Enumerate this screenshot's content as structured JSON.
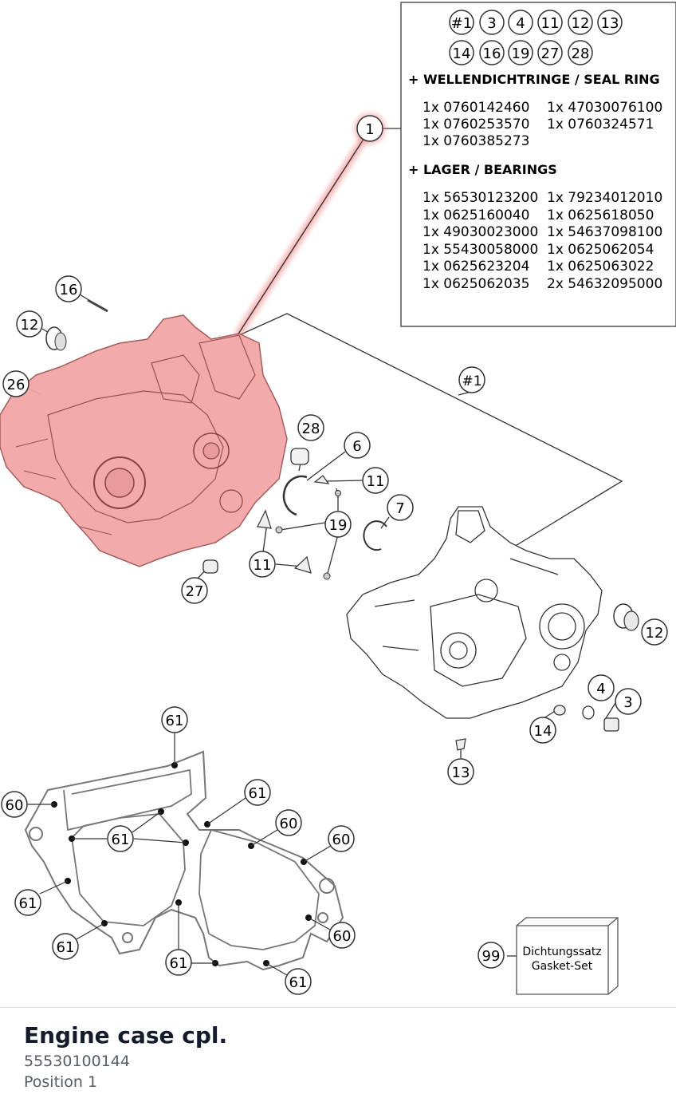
{
  "info_box": {
    "badges_row1": [
      "#1",
      "3",
      "4",
      "11",
      "12",
      "13"
    ],
    "badges_row2": [
      "14",
      "16",
      "19",
      "27",
      "28"
    ],
    "seal_heading": "+ WELLENDICHTRINGE / SEAL RING",
    "seal_rows": [
      [
        "1x 0760142460",
        "1x 47030076100"
      ],
      [
        "1x 0760253570",
        "1x 0760324571"
      ],
      [
        "1x 0760385273",
        ""
      ]
    ],
    "bearing_heading": "+ LAGER / BEARINGS",
    "bearing_rows": [
      [
        "1x 56530123200",
        "1x 79234012010"
      ],
      [
        "1x 0625160040",
        "1x 0625618050"
      ],
      [
        "1x 49030023000",
        "1x 54637098100"
      ],
      [
        "1x 55430058000",
        "1x 0625062054"
      ],
      [
        "1x 0625623204",
        "1x 0625063022"
      ],
      [
        "1x 0625062035",
        "2x 54632095000"
      ]
    ]
  },
  "callouts": {
    "c1": "1",
    "c16": "16",
    "c12a": "12",
    "c26": "26",
    "c28": "28",
    "c6": "6",
    "c11a": "11",
    "c7": "7",
    "c19": "19",
    "c11b": "11",
    "c27": "27",
    "cHash1": "#1",
    "c12b": "12",
    "c4": "4",
    "c3": "3",
    "c14": "14",
    "c13": "13",
    "g61a": "61",
    "g60a": "60",
    "g61b": "61",
    "g61c": "61",
    "g60b": "60",
    "g60c": "60",
    "g61d": "61",
    "g60d": "60",
    "g61e": "61",
    "g61f": "61",
    "g61g": "61",
    "c99": "99"
  },
  "gasket_set_box": {
    "line1": "Dichtungssatz",
    "line2": "Gasket-Set"
  },
  "footer": {
    "title": "Engine case cpl.",
    "part_number": "55530100144",
    "position": "Position 1"
  },
  "colors": {
    "highlight": "#f08080",
    "line": "#333333",
    "callout_fill": "#ffffff"
  }
}
